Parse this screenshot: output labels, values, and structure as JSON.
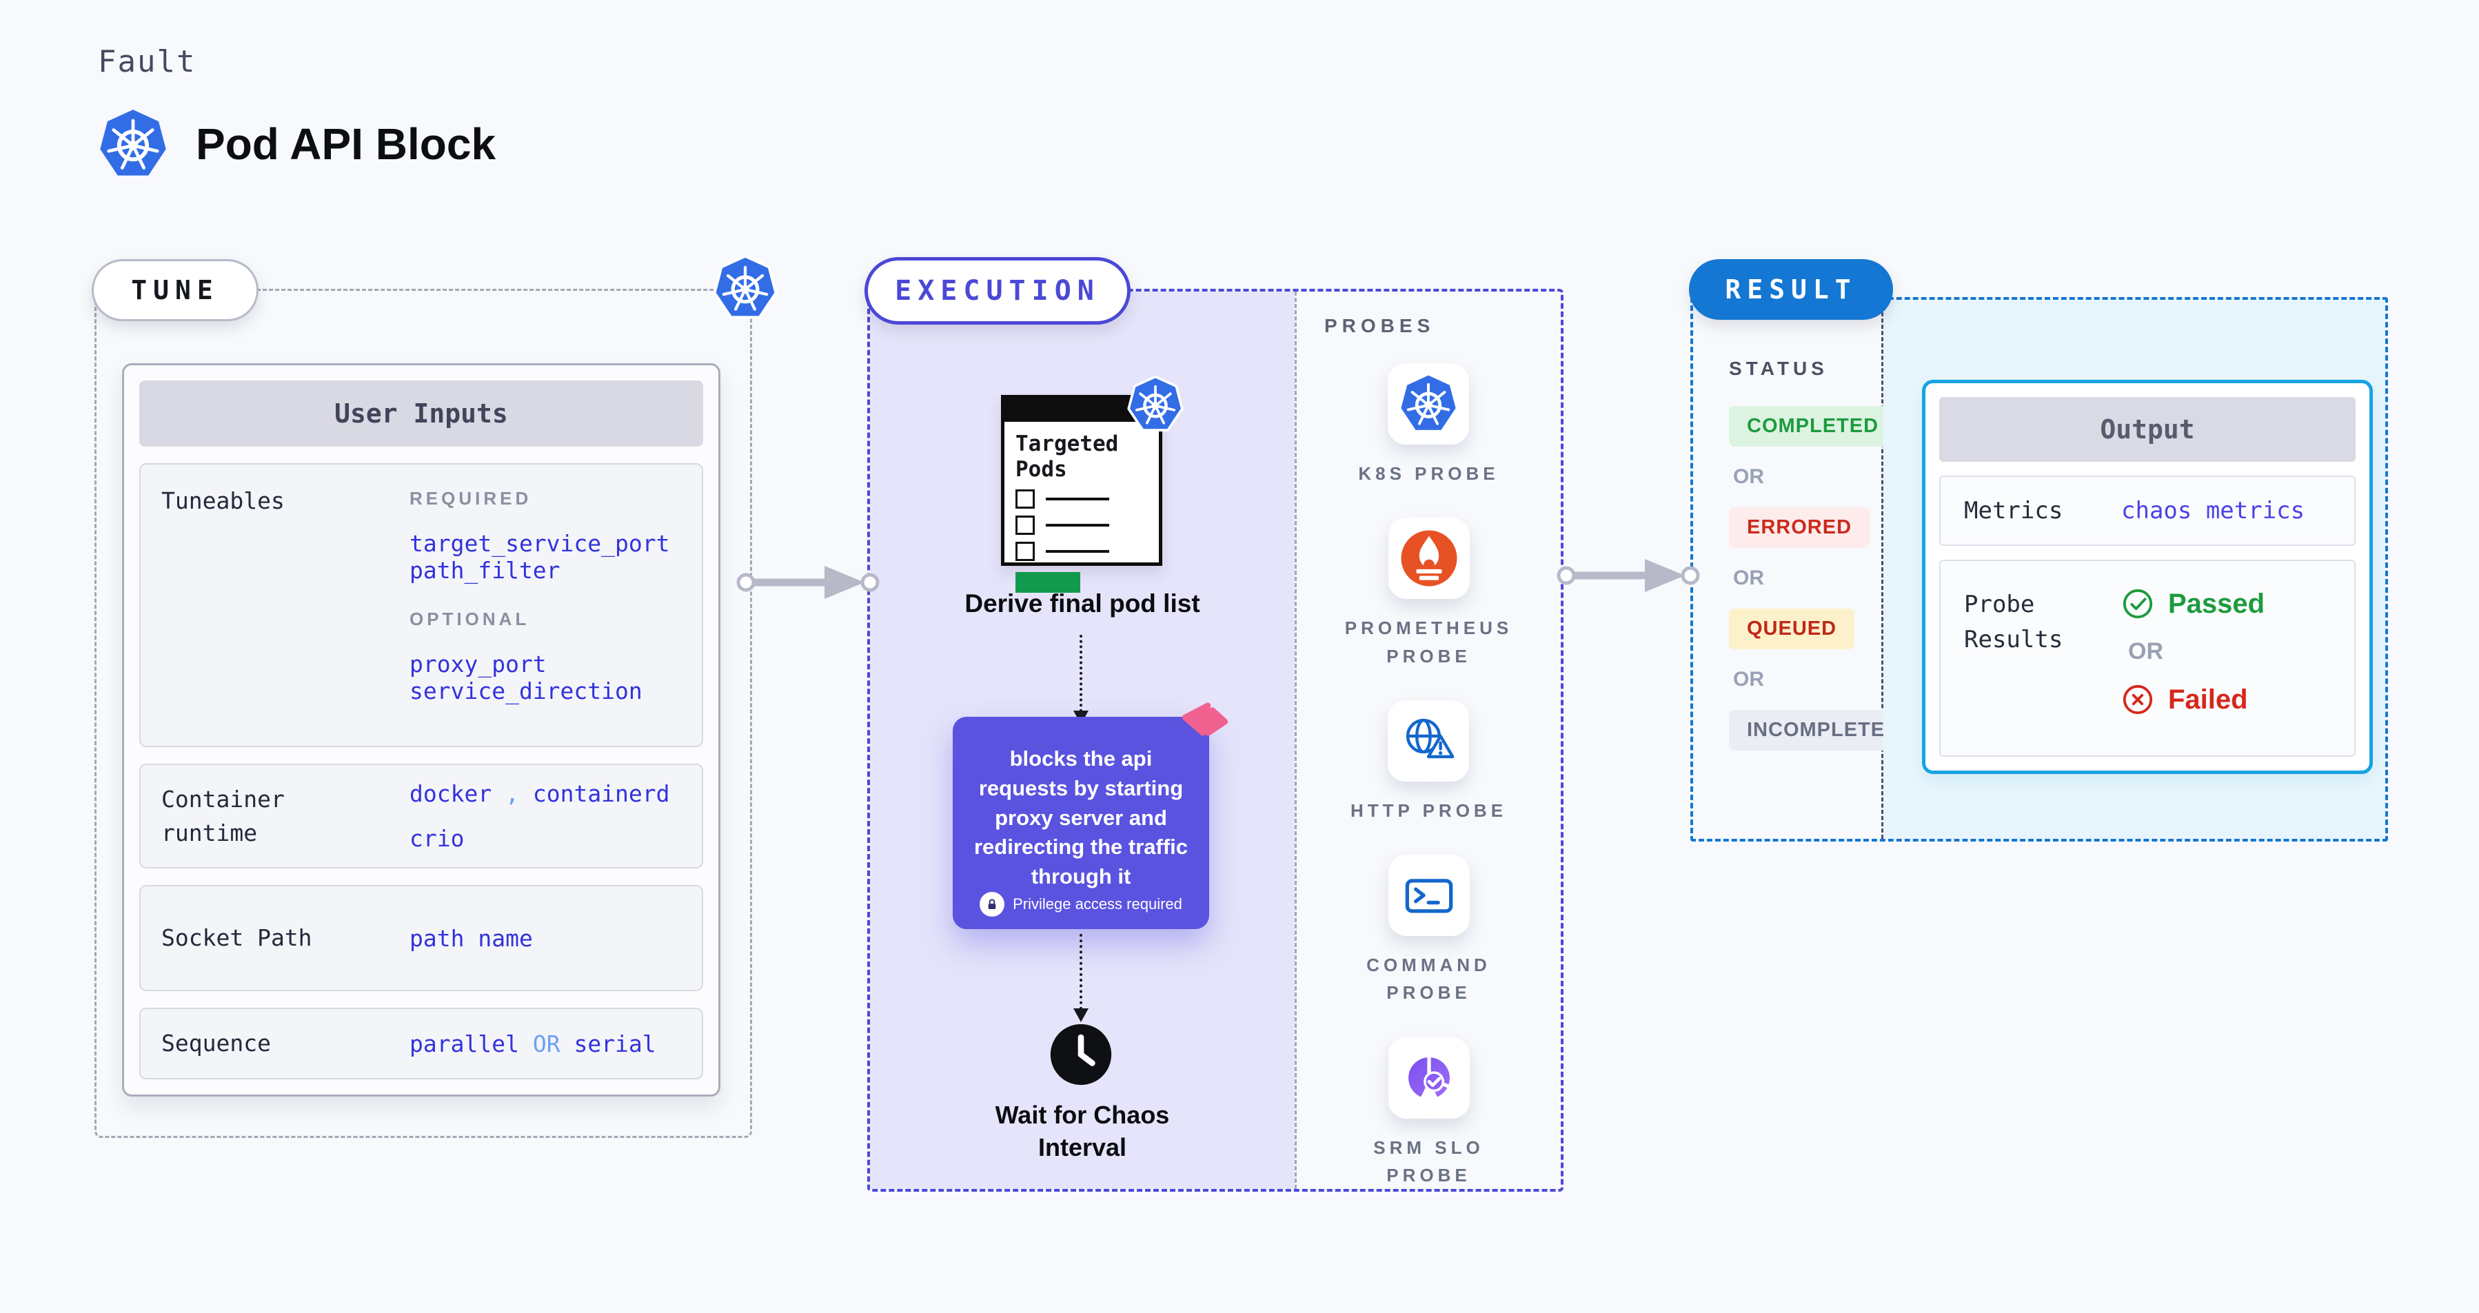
{
  "colors": {
    "accent_indigo": "#4b48d6",
    "accent_blue": "#1377d3",
    "accent_cyan": "#17a3e2",
    "link_blue": "#3232dc",
    "link_light_blue": "#6aa1f3",
    "action_purple": "#5a53e0",
    "chaos_pink": "#f0618f",
    "success_green": "#1d9b3e",
    "error_red": "#d6281a",
    "kubernetes_blue": "#326de6",
    "prometheus_orange": "#e75225",
    "arrow_gray": "#b7b9c9"
  },
  "header": {
    "eyebrow": "Fault",
    "title": "Pod API Block",
    "icon": "kubernetes-icon"
  },
  "tune": {
    "pill_label": "TUNE",
    "corner_icon": "kubernetes-icon",
    "card_header": "User Inputs",
    "tuneables": {
      "label": "Tuneables",
      "required_heading": "REQUIRED",
      "required": [
        "target_service_port",
        "path_filter"
      ],
      "optional_heading": "OPTIONAL",
      "optional": [
        "proxy_port",
        "service_direction"
      ]
    },
    "container_runtime": {
      "label": "Container runtime",
      "value_1": "docker",
      "separator": ",",
      "value_2": "containerd",
      "value_3": "crio"
    },
    "socket_path": {
      "label": "Socket Path",
      "value": "path name"
    },
    "sequence": {
      "label": "Sequence",
      "value_1": "parallel",
      "or": "OR",
      "value_2": "serial"
    }
  },
  "execution": {
    "pill_label": "EXECUTION",
    "pods_card": {
      "title": "Targeted Pods",
      "icon": "kubernetes-icon"
    },
    "step_1_caption": "Derive final pod list",
    "action_box": {
      "text": "blocks the api requests by starting proxy server and redirecting the traffic through it",
      "badge_icon": "lock-icon",
      "badge_label": "Privilege access required",
      "corner_icon": "chaos-pinwheel-icon"
    },
    "wait_icon": "clock-icon",
    "step_2_caption": "Wait for Chaos Interval"
  },
  "probes": {
    "heading": "PROBES",
    "items": [
      {
        "icon": "kubernetes-probe-icon",
        "label": "K8S PROBE"
      },
      {
        "icon": "prometheus-probe-icon",
        "label": "PROMETHEUS PROBE"
      },
      {
        "icon": "http-probe-icon",
        "label": "HTTP PROBE"
      },
      {
        "icon": "command-probe-icon",
        "label": "COMMAND PROBE"
      },
      {
        "icon": "srm-slo-probe-icon",
        "label": "SRM SLO PROBE"
      }
    ]
  },
  "result": {
    "pill_label": "RESULT",
    "status_heading": "STATUS",
    "or_label": "OR",
    "statuses": [
      {
        "label": "COMPLETED",
        "fg": "#1d9b3e",
        "bg": "#ddf3e2"
      },
      {
        "label": "ERRORED",
        "fg": "#cb2a1d",
        "bg": "#fdeceb"
      },
      {
        "label": "QUEUED",
        "fg": "#c02718",
        "bg": "#fcf1cb"
      },
      {
        "label": "INCOMPLETED",
        "fg": "#696f82",
        "bg": "#ebedf4"
      }
    ],
    "output": {
      "header": "Output",
      "metrics_label": "Metrics",
      "metrics_value": "chaos metrics",
      "probe_results_label": "Probe Results",
      "passed_label": "Passed",
      "or_label": "OR",
      "failed_label": "Failed"
    }
  }
}
